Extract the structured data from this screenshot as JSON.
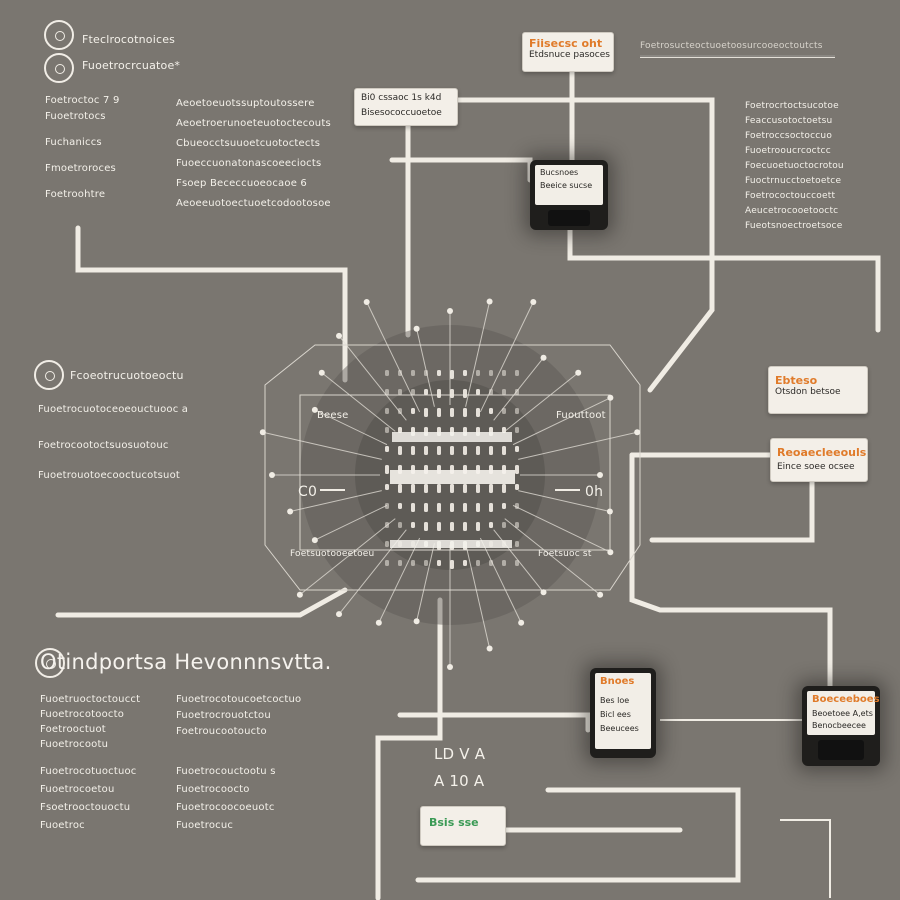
{
  "colors": {
    "background": "#7a7670",
    "line": "#f0ece4",
    "accent_orange": "#e07b2a",
    "accent_green": "#3a9a55",
    "device_body": "#1f1e1c"
  },
  "top_left": {
    "row1_text": "Fteclrocotnoices",
    "row2_text": "Fuoetrocrcuatoe*"
  },
  "left_notes_a": [
    "Foetroctoc  7 9",
    "Fuoetrotocs",
    "Fuchaniccs",
    "Fmoetroroces",
    "Foetroohtre"
  ],
  "center_notes": [
    "Aeoetoeuotssuptoutossere",
    "Aeoetroerunoeteuotoctecouts",
    "Cbueocctsuuoetcuotoctects",
    "Fuoeccuonatonascoeeciocts",
    "Fsoep Bececcuoeocaoe 6",
    "Aeoeeuotoectuoetcodootosoe"
  ],
  "right_notes": [
    "Foetrocrtoctsucotoe",
    "Feaccusotoctoetsu",
    "Foetroccsoctoccuo",
    "Fuoetrooucrcoctcc",
    "Foecuoetuoctocrotou",
    "Fuoctrnucctoetoetce",
    "Foetrococtouccoett",
    "Aeucetrocooetooctc",
    "Fueotsnoectroetsoce"
  ],
  "top_right_text": "Foetrosucteoctuoetoosurcooeoctoutcts",
  "mid_left": {
    "heading": "Fcoeotrucuotoeoctu",
    "lines": [
      "Fuoetrocuotoceoeouctuooc a",
      "Foetrocootoctsuosuotouc",
      "Fuoetrouotoecooctucotsuot"
    ]
  },
  "title": "Otindportsa Hevonnnsvtta.",
  "bottom_left_a": [
    "Fuoetruoctoctoucct",
    "Fuoetrocotoocto",
    "Foetrooctuot",
    "Fuoetrocootu"
  ],
  "bottom_left_b": [
    "Fuoetrocotuoctuoc",
    "Fuoetrocoetou",
    "Fsoetrooctouoctu",
    "Fuoetroc"
  ],
  "bottom_center_a": [
    "Fuoetrocotoucoetcoctuo",
    "Fuoetrocrouotctou",
    "Foetroucootoucto"
  ],
  "bottom_center_b": [
    "Fuoetrocouctootu  s",
    "Fuoetrocoocto",
    "Fuoetrocoocoeuotc",
    "Fuoetrocuc"
  ],
  "labels": {
    "top_box": {
      "heading": "Fiisecsc oht",
      "body": "Etdsnuce pasoces"
    },
    "mid_top_box": {
      "line1": "Bi0 cssaoc 1s k4d",
      "line2": "Bisesococcuoetoe"
    },
    "right_box_1": {
      "heading": "Ebteso",
      "body": "Otsdon  betsoe"
    },
    "right_box_2": {
      "heading": "Reoaecleeouls",
      "body": "Eince soee ocsee"
    }
  },
  "devices": {
    "top": {
      "line1": "Bucsnoes",
      "line2": "Beeice sucse"
    },
    "bottom_mid": {
      "heading": "Bnoes",
      "lines": [
        "Bes loe",
        "Bicl ees",
        "Beeucees"
      ]
    },
    "bottom_right": {
      "heading": "Boeceeboes",
      "lines": [
        "Beoetoee A,ets",
        "Benocbeecee"
      ]
    }
  },
  "chip": {
    "left_label": "Beese",
    "right_label": "Fuouttoot",
    "bottom_left_label": "Foetsuotooeetoeu",
    "bottom_right_label": "Foetsuoc  st",
    "left_io": "C0",
    "right_io": "0h"
  },
  "bottom": {
    "line1": "LD V A",
    "line2": "A 10 A",
    "green_label": "Bsis sse"
  }
}
